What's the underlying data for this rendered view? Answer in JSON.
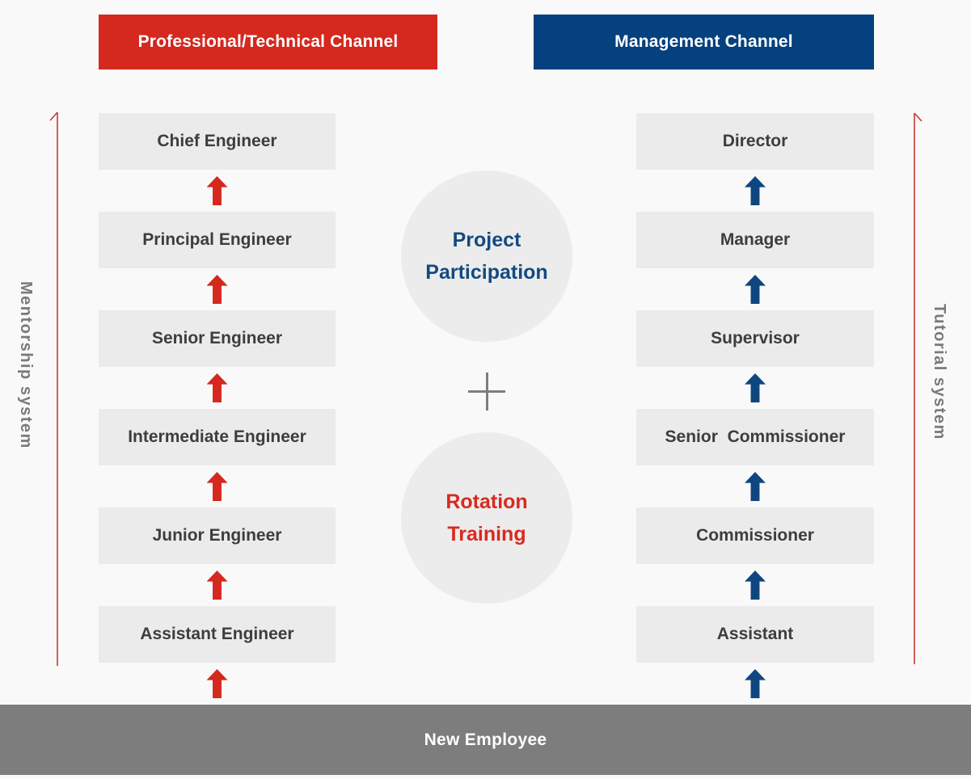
{
  "headers": {
    "professional": {
      "label": "Professional/Technical Channel",
      "color": "#d5281e"
    },
    "management": {
      "label": "Management Channel",
      "color": "#04417e"
    }
  },
  "ladders": {
    "professional": {
      "arrow_color": "#d5281e",
      "levels": [
        "Chief Engineer",
        "Principal Engineer",
        "Senior Engineer",
        "Intermediate Engineer",
        "Junior Engineer",
        "Assistant Engineer"
      ]
    },
    "management": {
      "arrow_color": "#0f4680",
      "levels": [
        "Director",
        "Manager",
        "Supervisor",
        "Senior  Commissioner",
        "Commissioner",
        "Assistant"
      ]
    }
  },
  "center": {
    "project_participation": {
      "line1": "Project",
      "line2": "Participation",
      "text_color": "#134a80"
    },
    "rotation_training": {
      "line1": "Rotation",
      "line2": "Training",
      "text_color": "#d9291f"
    },
    "plus_icon": "plus"
  },
  "side_labels": {
    "left": "Mentorship system",
    "right": "Tutorial system",
    "color": "#7a7a7a",
    "guide_line_color": "#c9392e"
  },
  "footer": {
    "label": "New Employee",
    "bg": "#7d7d7d"
  },
  "theme": {
    "red": "#d5281e",
    "blue": "#04417e",
    "arrow_blue": "#0f4680",
    "box_bg": "#ebebeb",
    "circle_bg": "#ececec",
    "box_text": "#3d3d3d",
    "page_bg": "#f9f9f9"
  }
}
